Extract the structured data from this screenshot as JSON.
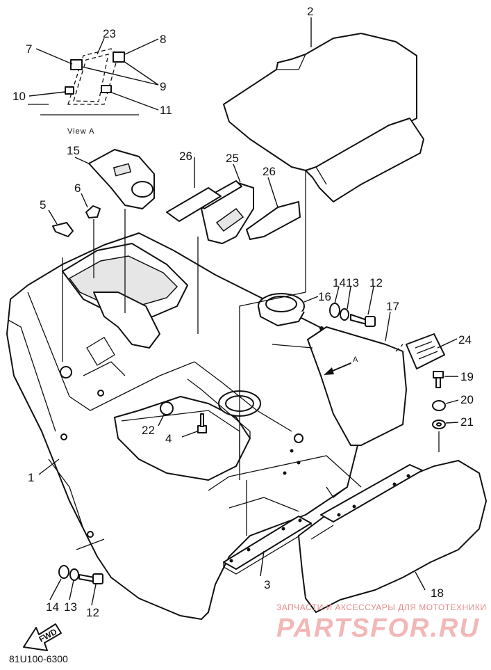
{
  "diagram": {
    "view_label": "View A",
    "catalog_code": "81U100-6300",
    "direction_label": "FWD",
    "arrow_label": "A",
    "callouts": [
      "1",
      "2",
      "3",
      "4",
      "5",
      "6",
      "7",
      "8",
      "9",
      "10",
      "11",
      "12",
      "13",
      "14",
      "15",
      "16",
      "17",
      "18",
      "19",
      "20",
      "21",
      "22",
      "23",
      "24",
      "25",
      "26"
    ],
    "callout_12b": "12",
    "callout_13b": "13",
    "callout_14b": "14",
    "callout_26b": "26"
  },
  "watermark": {
    "tagline": "ЗАПЧАСТИ И АКСЕССУАРЫ ДЛЯ МОТОТЕХНИКИ",
    "brand": "PARTSFOR.RU"
  }
}
